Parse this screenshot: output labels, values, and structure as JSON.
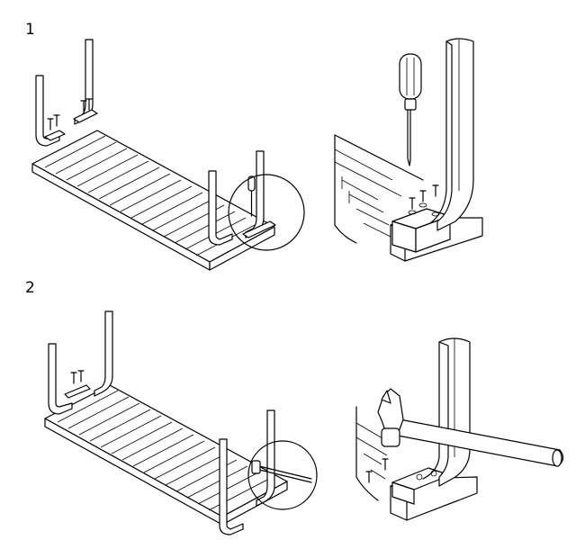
{
  "steps": [
    {
      "number": "1",
      "action": "screw",
      "tool_icon": "screwdriver-icon"
    },
    {
      "number": "2",
      "action": "hammer",
      "tool_icon": "hammer-icon"
    }
  ],
  "colors": {
    "line": "#000000",
    "background": "#ffffff"
  }
}
